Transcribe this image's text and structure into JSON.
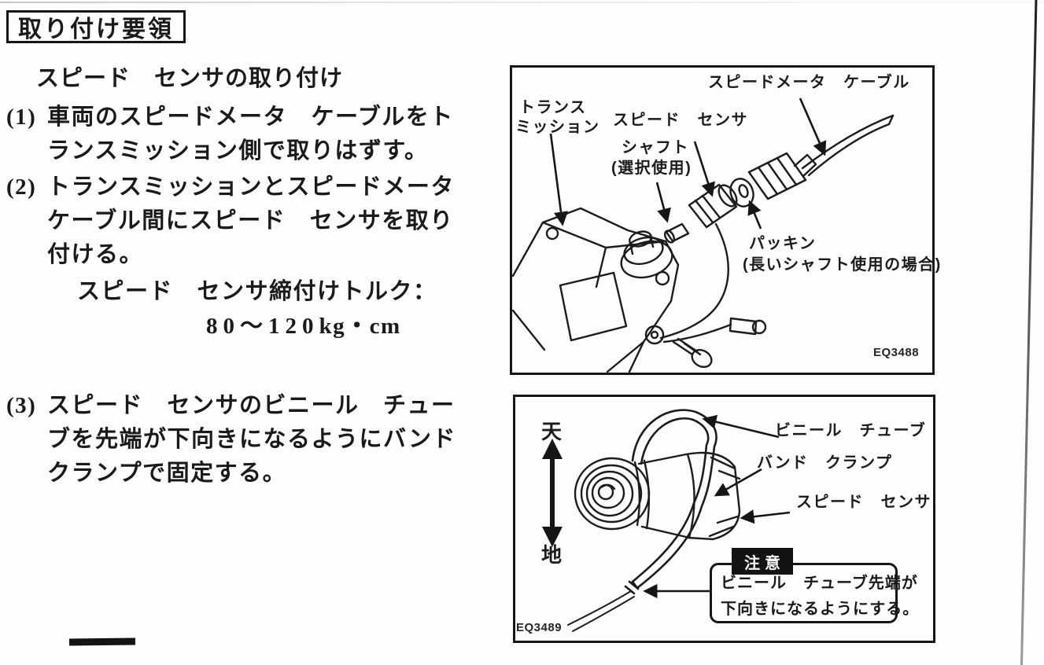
{
  "title_box": "取り付け要領",
  "heading": "スピード　センサの取り付け",
  "steps": [
    {
      "num": "(1)",
      "lines": [
        "車両のスピードメータ　ケーブルをト",
        "ランスミッション側で取りはずす。"
      ]
    },
    {
      "num": "(2)",
      "lines": [
        "トランスミッションとスピードメータ",
        "ケーブル間にスピード　センサを取り",
        "付ける。"
      ]
    },
    {
      "num": "(3)",
      "lines": [
        "スピード　センサのビニール　チュー",
        "ブを先端が下向きになるようにバンド",
        "クランプで固定する。"
      ]
    }
  ],
  "torque": {
    "label": "スピード　センサ締付けトルク：",
    "value": "80～120",
    "unit": "kg・cm"
  },
  "fig1": {
    "labels": {
      "cable": "スピードメータ　ケーブル",
      "transmission": [
        "トランス",
        "ミッション"
      ],
      "sensor": "スピード　センサ",
      "shaft": [
        "シャフト",
        "(選択使用)"
      ],
      "packing": [
        "パッキン",
        "(長いシャフト使用の場合)"
      ]
    },
    "code": "EQ3488"
  },
  "fig2": {
    "labels": {
      "up": "天",
      "down": "地",
      "tube": "ビニール　チューブ",
      "clamp": "バンド　クランプ",
      "sensor": "スピード　センサ"
    },
    "caution": {
      "badge": "注意",
      "lines": [
        "ビニール　チューブ先端が",
        "下向きになるようにする。"
      ]
    },
    "code": "EQ3489"
  }
}
